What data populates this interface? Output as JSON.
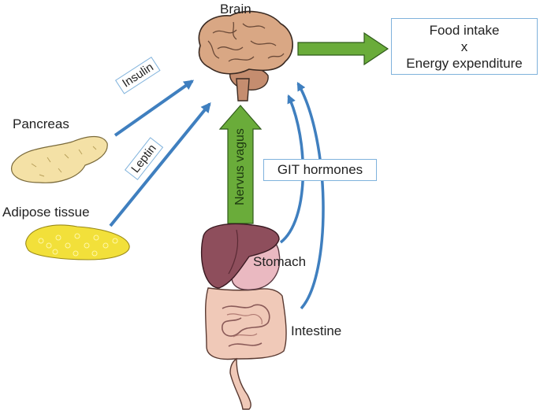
{
  "labels": {
    "brain": "Brain",
    "pancreas": "Pancreas",
    "adipose": "Adipose tissue",
    "stomach": "Stomach",
    "intestine": "Intestine"
  },
  "outcome": {
    "line1": "Food intake",
    "line2": "x",
    "line3": "Energy expenditure"
  },
  "signals": {
    "insulin": "Insulin",
    "leptin": "Leptin",
    "nervus_vagus": "Nervus vagus",
    "git_hormones": "GIT hormones"
  },
  "colors": {
    "green_arrow": "#6aac3a",
    "blue_arrow": "#3f7fbf",
    "brain": "#d9a784",
    "liver": "#8e4e5c",
    "stomach": "#eab9c1",
    "intestine": "#f0c9b8",
    "pancreas": "#f4e1a6",
    "adipose": "#f2e03a"
  }
}
